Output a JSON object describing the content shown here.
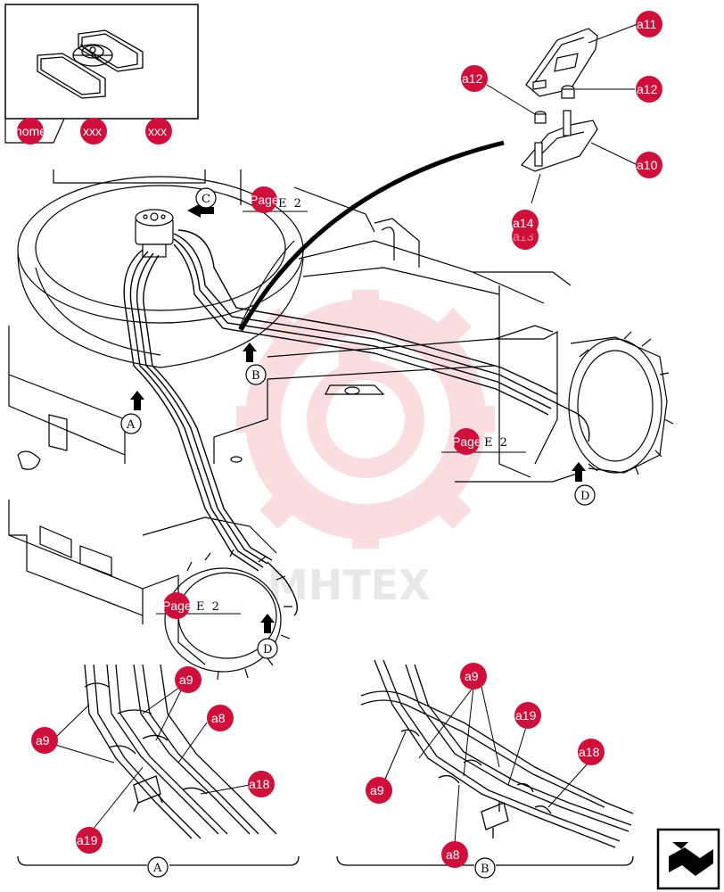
{
  "thumbnail": {
    "home_label": "home",
    "nav": [
      "xxx",
      "xxx"
    ]
  },
  "watermark": "MHTEX",
  "views": {
    "circle_labels": [
      "A",
      "B",
      "C",
      "D",
      "D"
    ],
    "bottom_labels": [
      "A",
      "B"
    ]
  },
  "page_refs": [
    {
      "hotspot": "Page",
      "suffix": "E  2"
    },
    {
      "hotspot": "Page",
      "suffix": "E  2"
    },
    {
      "hotspot": "Page",
      "suffix": "E  2"
    }
  ],
  "callouts": {
    "a11": "a11",
    "a12_top": "a12",
    "a12_right": "a12",
    "a10": "a10",
    "a13_hidden": "a13",
    "a14": "a14",
    "a9_left": "a9",
    "a9_top": "a9",
    "a8_left": "a8",
    "a18_left": "a18",
    "a19_left": "a19",
    "a9_right_top": "a9",
    "a19_right": "a19",
    "a18_right": "a18",
    "a9_right_left": "a9",
    "a8_right": "a8"
  },
  "colors": {
    "hotspot": "#d0103a",
    "line": "#000000",
    "watermark_red": "#f3b3b8"
  },
  "icons": {
    "return_button": "return-arrow-icon"
  }
}
